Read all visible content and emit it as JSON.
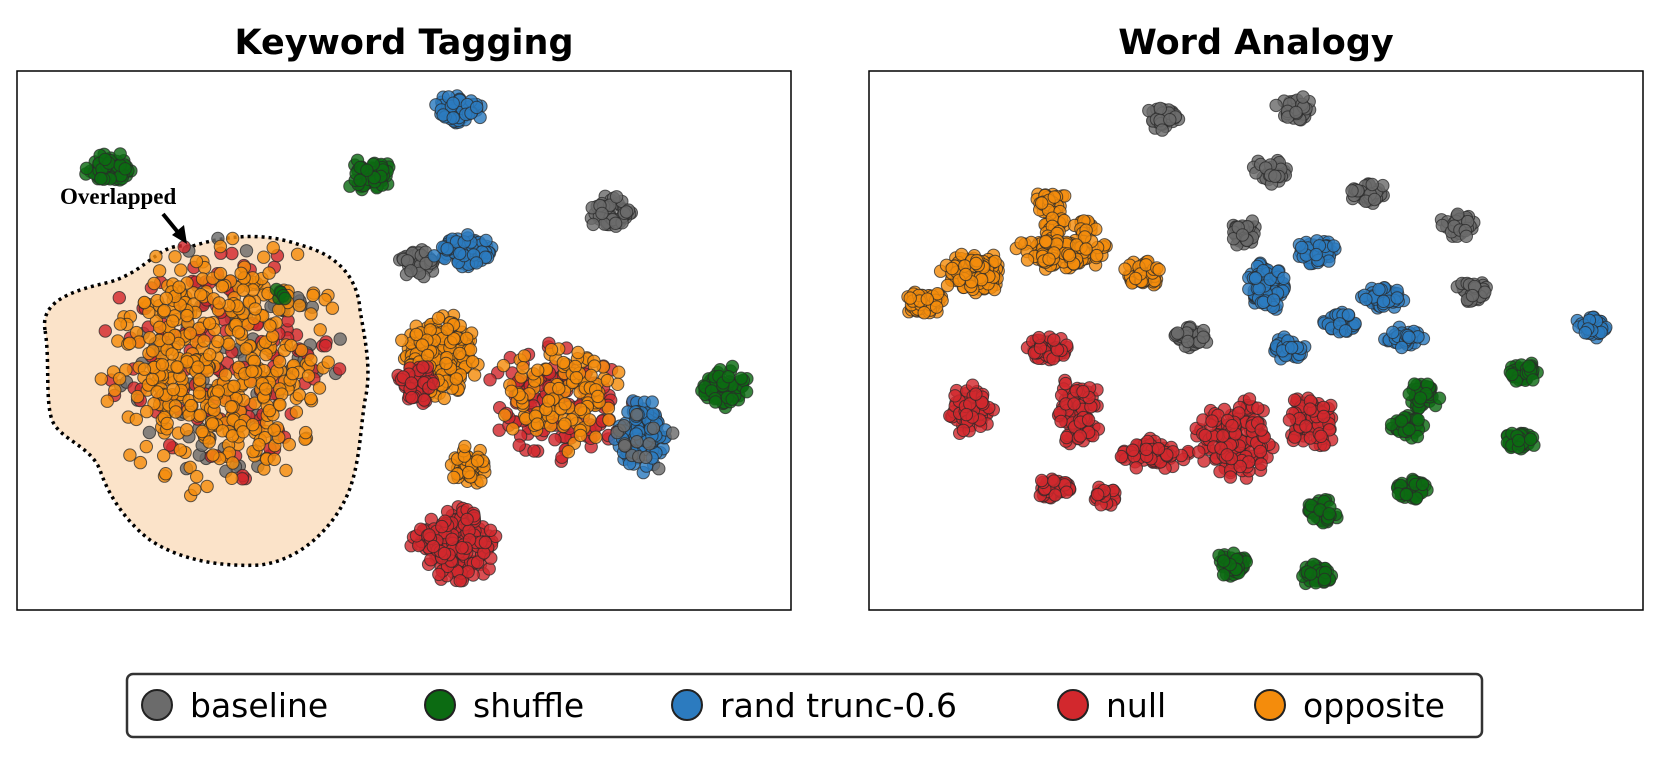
{
  "legend": {
    "position": "bottom-center",
    "entries": [
      {
        "name": "baseline",
        "color": "#6b6b6b"
      },
      {
        "name": "shuffle",
        "color": "#0c6b12"
      },
      {
        "name": "rand trunc-0.6",
        "color": "#2c7bbf"
      },
      {
        "name": "null",
        "color": "#d2282d"
      },
      {
        "name": "opposite",
        "color": "#f48c0c"
      }
    ]
  },
  "chart_data": [
    {
      "type": "scatter",
      "title": "Keyword Tagging",
      "xlabel": "",
      "ylabel": "",
      "axes_ticks": false,
      "grid": false,
      "xlim": [
        0,
        100
      ],
      "ylim": [
        0,
        100
      ],
      "annotation": {
        "text": "Overlapped",
        "target_region": "left dotted cluster"
      },
      "clusters": [
        {
          "series": "shuffle",
          "cx": 12,
          "cy": 82,
          "rx": 3.3,
          "ry": 3.7,
          "n": 55
        },
        {
          "series": "shuffle",
          "cx": 45.5,
          "cy": 80.5,
          "rx": 3.5,
          "ry": 3.5,
          "n": 55
        },
        {
          "series": "rand trunc-0.6",
          "cx": 57,
          "cy": 92.5,
          "rx": 3.6,
          "ry": 3.3,
          "n": 60
        },
        {
          "series": "baseline",
          "cx": 77,
          "cy": 73.5,
          "rx": 3.5,
          "ry": 3.7,
          "n": 50
        },
        {
          "series": "baseline",
          "cx": 52,
          "cy": 64.5,
          "rx": 2.8,
          "ry": 3.2,
          "n": 40
        },
        {
          "series": "rand trunc-0.6",
          "cx": 58,
          "cy": 66.5,
          "rx": 4.8,
          "ry": 3.4,
          "n": 80
        },
        {
          "series": "opposite",
          "cx": 54.5,
          "cy": 47,
          "rx": 5.5,
          "ry": 8.6,
          "n": 230
        },
        {
          "series": "null",
          "cx": 51.5,
          "cy": 42,
          "rx": 3.2,
          "ry": 4.5,
          "n": 50
        },
        {
          "series": "null",
          "cx": 70,
          "cy": 38,
          "rx": 10.2,
          "ry": 12,
          "n": 140
        },
        {
          "series": "opposite",
          "cx": 70,
          "cy": 40,
          "rx": 10,
          "ry": 11.5,
          "n": 120
        },
        {
          "series": "rand trunc-0.6",
          "cx": 80.5,
          "cy": 32,
          "rx": 4.3,
          "ry": 7.5,
          "n": 100
        },
        {
          "series": "baseline",
          "cx": 80,
          "cy": 32,
          "rx": 5.5,
          "ry": 8,
          "n": 15
        },
        {
          "series": "shuffle",
          "cx": 91.5,
          "cy": 41.5,
          "rx": 4,
          "ry": 4.3,
          "n": 60
        },
        {
          "series": "opposite",
          "cx": 58.5,
          "cy": 26.5,
          "rx": 2.8,
          "ry": 4.2,
          "n": 50
        },
        {
          "series": "null",
          "cx": 56.5,
          "cy": 12,
          "rx": 6,
          "ry": 7.5,
          "n": 170
        },
        {
          "series": "baseline",
          "cx": 26,
          "cy": 46,
          "rx": 16.5,
          "ry": 26,
          "n": 90
        },
        {
          "series": "null",
          "cx": 26,
          "cy": 46,
          "rx": 16.5,
          "ry": 26,
          "n": 140
        },
        {
          "series": "opposite",
          "cx": 26,
          "cy": 46,
          "rx": 16.5,
          "ry": 26,
          "n": 420
        },
        {
          "series": "shuffle",
          "cx": 33.5,
          "cy": 59,
          "rx": 1.8,
          "ry": 2.2,
          "n": 6
        }
      ]
    },
    {
      "type": "scatter",
      "title": "Word Analogy",
      "xlabel": "",
      "ylabel": "",
      "axes_ticks": false,
      "grid": false,
      "xlim": [
        0,
        100
      ],
      "ylim": [
        0,
        100
      ],
      "clusters": [
        {
          "series": "baseline",
          "cx": 38,
          "cy": 91.5,
          "rx": 2.4,
          "ry": 2.7,
          "n": 40
        },
        {
          "series": "baseline",
          "cx": 55,
          "cy": 93,
          "rx": 2.5,
          "ry": 2.7,
          "n": 40
        },
        {
          "series": "baseline",
          "cx": 52,
          "cy": 81.5,
          "rx": 2.5,
          "ry": 2.7,
          "n": 40
        },
        {
          "series": "baseline",
          "cx": 64.5,
          "cy": 77.5,
          "rx": 2.5,
          "ry": 2.5,
          "n": 40
        },
        {
          "series": "baseline",
          "cx": 48.5,
          "cy": 70,
          "rx": 2.4,
          "ry": 2.8,
          "n": 40
        },
        {
          "series": "baseline",
          "cx": 76,
          "cy": 71.5,
          "rx": 2.7,
          "ry": 2.7,
          "n": 40
        },
        {
          "series": "baseline",
          "cx": 78,
          "cy": 59,
          "rx": 2.3,
          "ry": 2.7,
          "n": 40
        },
        {
          "series": "baseline",
          "cx": 41.5,
          "cy": 50.5,
          "rx": 2.5,
          "ry": 2.3,
          "n": 40
        },
        {
          "series": "opposite",
          "cx": 23.5,
          "cy": 75.5,
          "rx": 2.3,
          "ry": 2.6,
          "n": 40
        },
        {
          "series": "opposite",
          "cx": 24,
          "cy": 71,
          "rx": 1.8,
          "ry": 2,
          "n": 20
        },
        {
          "series": "opposite",
          "cx": 28,
          "cy": 71,
          "rx": 1.8,
          "ry": 2,
          "n": 20
        },
        {
          "series": "opposite",
          "cx": 25,
          "cy": 66.5,
          "rx": 6.5,
          "ry": 3.6,
          "n": 110
        },
        {
          "series": "opposite",
          "cx": 13.5,
          "cy": 62.5,
          "rx": 5,
          "ry": 4.2,
          "n": 110
        },
        {
          "series": "opposite",
          "cx": 7,
          "cy": 57,
          "rx": 3.2,
          "ry": 2.6,
          "n": 50
        },
        {
          "series": "opposite",
          "cx": 35.5,
          "cy": 62.5,
          "rx": 2.6,
          "ry": 3,
          "n": 50
        },
        {
          "series": "rand trunc-0.6",
          "cx": 58,
          "cy": 66.5,
          "rx": 3,
          "ry": 3.1,
          "n": 45
        },
        {
          "series": "rand trunc-0.6",
          "cx": 51.5,
          "cy": 60,
          "rx": 3,
          "ry": 5.4,
          "n": 80
        },
        {
          "series": "rand trunc-0.6",
          "cx": 66.5,
          "cy": 58,
          "rx": 3,
          "ry": 3,
          "n": 45
        },
        {
          "series": "rand trunc-0.6",
          "cx": 61,
          "cy": 53.5,
          "rx": 2.6,
          "ry": 2.6,
          "n": 40
        },
        {
          "series": "rand trunc-0.6",
          "cx": 69.5,
          "cy": 50.5,
          "rx": 3,
          "ry": 2.5,
          "n": 40
        },
        {
          "series": "rand trunc-0.6",
          "cx": 54,
          "cy": 48.5,
          "rx": 2.6,
          "ry": 2.3,
          "n": 40
        },
        {
          "series": "rand trunc-0.6",
          "cx": 93.5,
          "cy": 52.5,
          "rx": 2.5,
          "ry": 2.3,
          "n": 40
        },
        {
          "series": "null",
          "cx": 23,
          "cy": 48.5,
          "rx": 3.2,
          "ry": 2.7,
          "n": 50
        },
        {
          "series": "null",
          "cx": 13,
          "cy": 37,
          "rx": 3.6,
          "ry": 5,
          "n": 60
        },
        {
          "series": "null",
          "cx": 27,
          "cy": 36.5,
          "rx": 3.3,
          "ry": 7.5,
          "n": 90
        },
        {
          "series": "null",
          "cx": 36.5,
          "cy": 29,
          "rx": 5.5,
          "ry": 3.3,
          "n": 60
        },
        {
          "series": "null",
          "cx": 47.5,
          "cy": 32,
          "rx": 6,
          "ry": 7.8,
          "n": 170
        },
        {
          "series": "null",
          "cx": 57,
          "cy": 34.5,
          "rx": 3.6,
          "ry": 5.7,
          "n": 80
        },
        {
          "series": "null",
          "cx": 24,
          "cy": 22.5,
          "rx": 2.6,
          "ry": 2.5,
          "n": 40
        },
        {
          "series": "null",
          "cx": 30.5,
          "cy": 21,
          "rx": 2,
          "ry": 2.2,
          "n": 25
        },
        {
          "series": "shuffle",
          "cx": 71.5,
          "cy": 40,
          "rx": 2.5,
          "ry": 3,
          "n": 40
        },
        {
          "series": "shuffle",
          "cx": 84.5,
          "cy": 44,
          "rx": 2.4,
          "ry": 2.4,
          "n": 40
        },
        {
          "series": "shuffle",
          "cx": 69.5,
          "cy": 34,
          "rx": 2.6,
          "ry": 2.8,
          "n": 40
        },
        {
          "series": "shuffle",
          "cx": 84,
          "cy": 31.5,
          "rx": 2.5,
          "ry": 2.4,
          "n": 40
        },
        {
          "series": "shuffle",
          "cx": 70,
          "cy": 22.5,
          "rx": 2.6,
          "ry": 2.8,
          "n": 40
        },
        {
          "series": "shuffle",
          "cx": 58.5,
          "cy": 18.5,
          "rx": 2.5,
          "ry": 3,
          "n": 40
        },
        {
          "series": "shuffle",
          "cx": 47,
          "cy": 8.5,
          "rx": 2.4,
          "ry": 2.7,
          "n": 40
        },
        {
          "series": "shuffle",
          "cx": 58,
          "cy": 6.5,
          "rx": 2.5,
          "ry": 2.7,
          "n": 40
        }
      ]
    }
  ]
}
